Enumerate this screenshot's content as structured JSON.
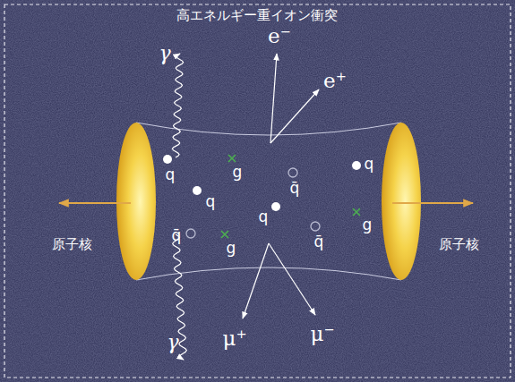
{
  "diagram": {
    "title": "高エネルギー重イオン衝突",
    "labels": [
      "γ",
      "e⁻",
      "e⁺",
      "q",
      "g",
      "q̄",
      "q",
      "q",
      "q",
      "q̄",
      "q̄",
      "g",
      "g",
      "原子核",
      "原子核",
      "γ",
      "μ⁺",
      "μ⁻"
    ]
  }
}
